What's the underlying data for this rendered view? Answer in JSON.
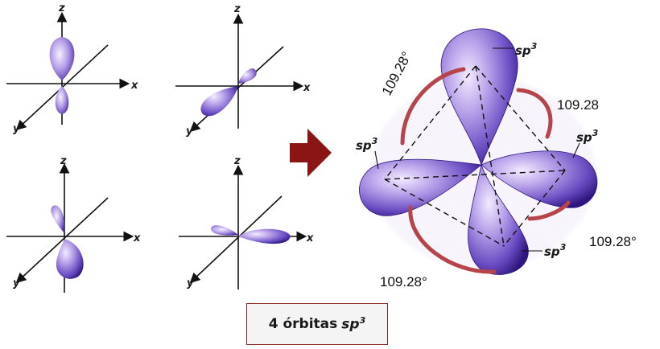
{
  "axes": {
    "x": "x",
    "y": "y",
    "z": "z"
  },
  "hybrid_labels": {
    "main": "sp",
    "sup": "3"
  },
  "angles": {
    "top_left": "109.28°",
    "top_right": "109.28",
    "bottom_right": "109.28°",
    "bottom_left": "109.28°"
  },
  "caption": {
    "text": "4 órbitas",
    "sp": "sp",
    "sup": "3"
  },
  "colors": {
    "orbital": "#7a5bc7",
    "orbital_dark": "#3a1f8c",
    "arc": "#b5454a",
    "arrow": "#8b1414",
    "caption_border": "#8b2525"
  },
  "icons": [
    "right-arrow-icon"
  ]
}
